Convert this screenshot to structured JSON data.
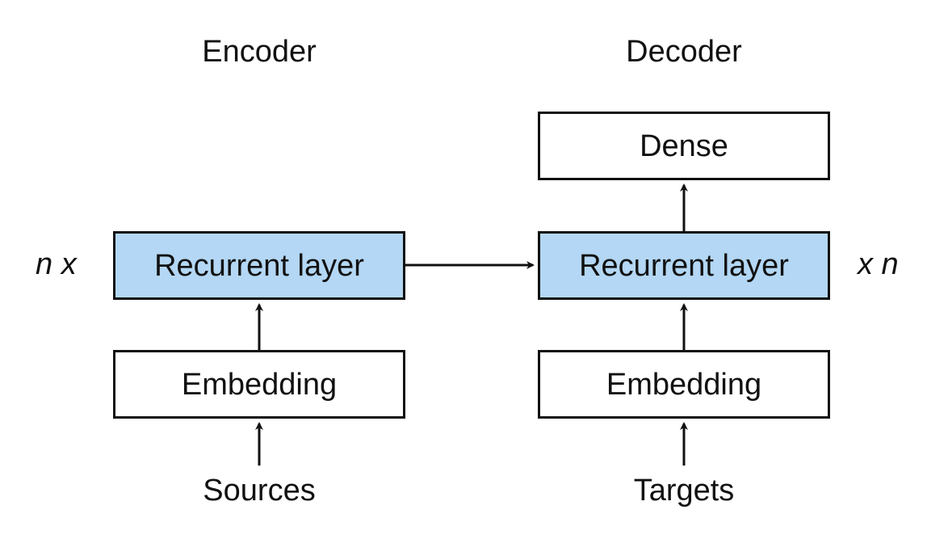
{
  "encoder": {
    "title": "Encoder",
    "recurrent_label": "Recurrent layer",
    "embedding_label": "Embedding",
    "input_label": "Sources",
    "repeat_label": "n x"
  },
  "decoder": {
    "title": "Decoder",
    "dense_label": "Dense",
    "recurrent_label": "Recurrent layer",
    "embedding_label": "Embedding",
    "input_label": "Targets",
    "repeat_label": "x n"
  },
  "colors": {
    "recurrent_fill": "#b3d7f4",
    "stroke": "#111111"
  }
}
